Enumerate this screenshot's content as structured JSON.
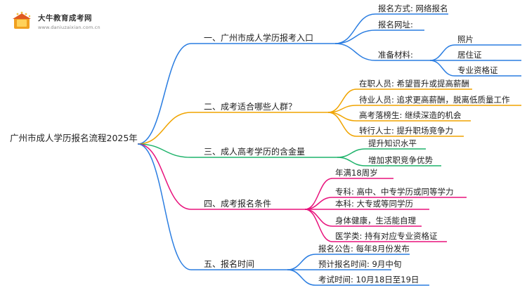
{
  "logo": {
    "title": "大牛教育成考网",
    "url": "www.daniuzaixian.com.cn"
  },
  "root": {
    "label": "广州市成人学历报名流程2025年"
  },
  "branches": [
    {
      "label": "一、广州市成人学历报考入口",
      "color": "#2a7de1",
      "children": [
        {
          "label": "报名方式: 网络报名"
        },
        {
          "label": "报名网址:"
        },
        {
          "label": "准备材料:",
          "children": [
            {
              "label": "照片"
            },
            {
              "label": "居住证"
            },
            {
              "label": "专业资格证"
            }
          ]
        }
      ]
    },
    {
      "label": "二、成考适合哪些人群？",
      "color": "#f0a400",
      "children": [
        {
          "label": "在职人员: 希望晋升或提高薪酬"
        },
        {
          "label": "待业人员: 追求更高薪酬，脱离低质量工作"
        },
        {
          "label": "高考落榜生: 继续深造的机会"
        },
        {
          "label": "转行人士: 提升职场竞争力"
        }
      ]
    },
    {
      "label": "三、成人高考学历的含金量",
      "color": "#1fb36b",
      "children": [
        {
          "label": "提升知识水平"
        },
        {
          "label": "增加求职竞争优势"
        }
      ]
    },
    {
      "label": "四、成考报名条件",
      "color": "#e8127c",
      "children": [
        {
          "label": "年满18周岁"
        },
        {
          "label": "专科: 高中、中专学历或同等学力"
        },
        {
          "label": "本科: 大专或等同学历"
        },
        {
          "label": "身体健康，生活能自理"
        },
        {
          "label": "医学类: 持有对应专业资格证"
        }
      ]
    },
    {
      "label": "五、报名时间",
      "color": "#2a7de1",
      "children": [
        {
          "label": "报名公告: 每年8月份发布"
        },
        {
          "label": "预计报名时间: 9月中旬"
        },
        {
          "label": "考试时间: 10月18日至19日"
        }
      ]
    }
  ]
}
